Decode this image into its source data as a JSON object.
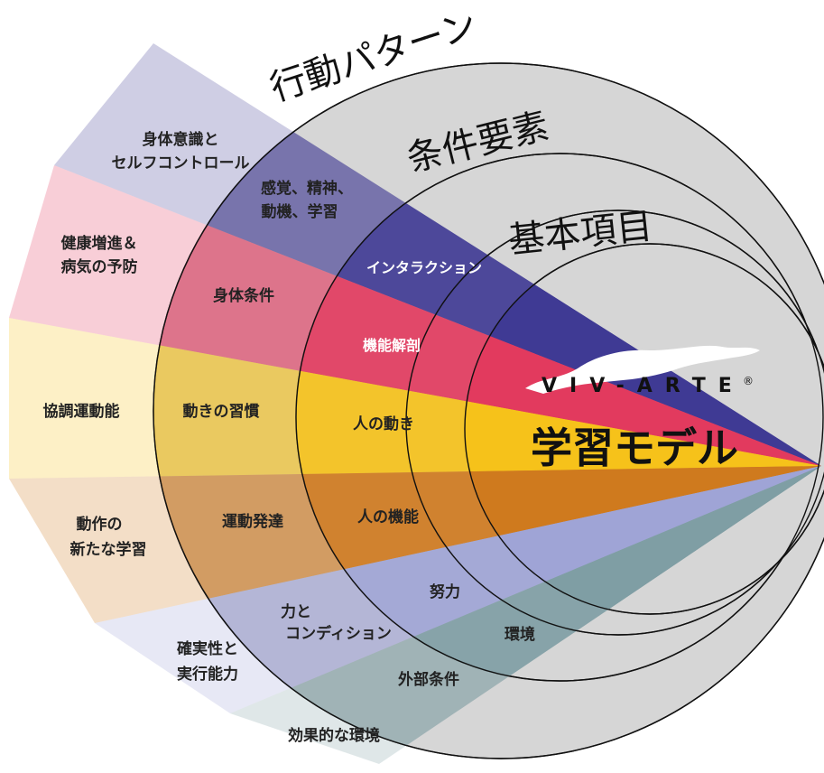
{
  "rings": {
    "outer_title": "行動パターン",
    "second_title": "条件要素",
    "third_title": "基本項目"
  },
  "center": {
    "logo": "VIV-ARTE",
    "registered": "®",
    "model": "学習モデル"
  },
  "outer_labels": {
    "body_awareness_1": "身体意識と",
    "body_awareness_2": "セルフコントロール",
    "health_1": "健康増進＆",
    "health_2": "病気の予防",
    "coordination": "協調運動能",
    "new_learning_1": "動作の",
    "new_learning_2": "新たな学習",
    "certainty_1": "確実性と",
    "certainty_2": "実行能力",
    "environment_effect": "効果的な環境"
  },
  "second_labels": {
    "senses_1": "感覚、精神、",
    "senses_2": "動機、学習",
    "body_condition": "身体条件",
    "movement_habits": "動きの習慣",
    "motor_development": "運動発達",
    "power_1": "力と",
    "power_2": "コンディション",
    "external_conditions": "外部条件"
  },
  "third_labels": {
    "interaction": "インタラクション",
    "anatomy": "機能解剖",
    "human_movement": "人の動き",
    "human_function": "人の機能",
    "effort": "努力",
    "environment": "環境"
  },
  "colors": {
    "circle_fill": "#d6d6d6",
    "purple": "#3f3a94",
    "red": "#e23a5e",
    "yellow": "#f6c21a",
    "orange": "#cf7a1e",
    "lavender": "#9fa4d6",
    "slate": "#7f9ea4"
  }
}
